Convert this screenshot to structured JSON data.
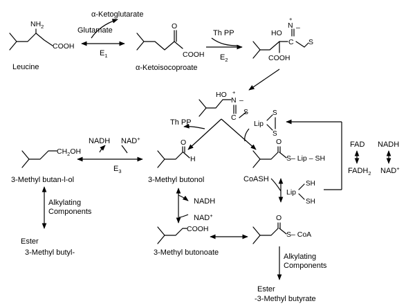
{
  "nodes": {
    "leucine": "Leucine",
    "kic": "α-Ketoisocoproate",
    "methyl_butanol_alcohol": "3-Methyl butan-l-ol",
    "methyl_butanol": "3-Methyl butonol",
    "methyl_butanoate": "3-Methyl butonoate",
    "ester_left_1": "Ester",
    "ester_left_2": "3-Methyl butyl-",
    "ester_right_1": "Ester",
    "ester_right_2": "-3-Methyl butyrate"
  },
  "reagents": {
    "alpha_ketoglutarate": "α-Ketoglutarate",
    "glutamate": "Glutamate",
    "e1": "E",
    "e1_sub": "1",
    "thpp_top": "Th PP",
    "e2": "E",
    "e2_sub": "2",
    "thpp_mid": "Th PP",
    "nadh_left": "NADH",
    "nad_left": "NAD",
    "nad_left_sup": "+",
    "e3": "E",
    "e3_sub": "3",
    "nadh_mid": "NADH",
    "nad_mid": "NAD",
    "nad_mid_sup": "+",
    "coash": "CoASH",
    "fad": "FAD",
    "fadh2": "FADH",
    "fadh2_sub": "2",
    "nadh_right": "NADH",
    "nad_right": "NAD",
    "nad_right_sup": "+",
    "alkyl_left_1": "Alkylating",
    "alkyl_left_2": "Components",
    "alkyl_right_1": "Alkylating",
    "alkyl_right_2": "Components"
  },
  "atoms": {
    "nh2": "NH",
    "nh2_sub": "2",
    "cooh_leu": "COOH",
    "o_kic": "O",
    "cooh_kic": "COOH",
    "ho_tpp": "HO",
    "n_tpp": "N",
    "n_tpp_plus": "+",
    "n_tpp_minus": "–",
    "c_tpp": "C",
    "s_tpp": "S",
    "cooh_tpp": "COOH",
    "ho_int": "HO",
    "n_int": "N",
    "n_int_plus": "+",
    "n_int_minus": "–",
    "c_int": "C",
    "s_int": "S",
    "ch2oh": "CH",
    "ch2oh_sub": "2",
    "ch2oh_tail": "OH",
    "o_ald": "O",
    "h_ald": "H",
    "cooh_acid": "COOH",
    "lip_top": "Lip",
    "s_lip_a": "S",
    "s_lip_b": "S",
    "o_acyl": "O",
    "acyl_tail": "S– Lip – SH",
    "lip_bottom": "Lip",
    "sh_a": "SH",
    "sh_b": "SH",
    "o_coa": "O",
    "coa_tail": "S– CoA"
  }
}
